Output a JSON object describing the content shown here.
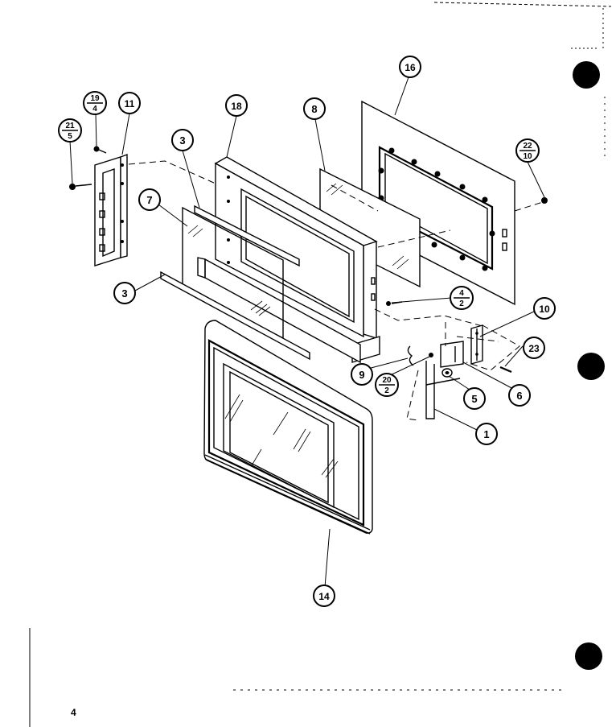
{
  "page_number": "4",
  "callouts": [
    {
      "id": "c1",
      "label": "1"
    },
    {
      "id": "c3a",
      "label": "3"
    },
    {
      "id": "c3b",
      "label": "3"
    },
    {
      "id": "c5",
      "label": "5"
    },
    {
      "id": "c6",
      "label": "6"
    },
    {
      "id": "c7",
      "label": "7"
    },
    {
      "id": "c8",
      "label": "8"
    },
    {
      "id": "c9",
      "label": "9"
    },
    {
      "id": "c10",
      "label": "10"
    },
    {
      "id": "c11",
      "label": "11"
    },
    {
      "id": "c14",
      "label": "14"
    },
    {
      "id": "c16",
      "label": "16"
    },
    {
      "id": "c18",
      "label": "18"
    },
    {
      "id": "c23",
      "label": "23"
    }
  ],
  "fraction_callouts": [
    {
      "id": "f19",
      "top": "19",
      "bottom": "4"
    },
    {
      "id": "f21",
      "top": "21",
      "bottom": "5"
    },
    {
      "id": "f22",
      "top": "22",
      "bottom": "10"
    },
    {
      "id": "f4",
      "top": "4",
      "bottom": "2"
    },
    {
      "id": "f20",
      "top": "20",
      "bottom": "2"
    }
  ],
  "binder_holes": 3,
  "colors": {
    "ink": "#000000",
    "paper": "#ffffff"
  }
}
